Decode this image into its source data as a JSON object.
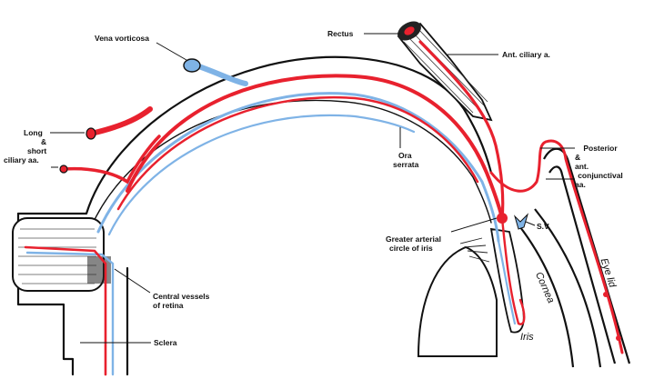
{
  "labels": {
    "vena_vorticosa": "Vena vorticosa",
    "rectus": "Rectus",
    "ant_ciliary": "Ant. ciliary a.",
    "long_short_ciliary": [
      "Long",
      "&",
      "short",
      "ciliary aa."
    ],
    "ora_serrata": [
      "Ora",
      "serrata"
    ],
    "posterior_conjunctival": [
      "Posterior",
      "&",
      "ant.",
      "conjunctival",
      "aa."
    ],
    "sv": "S.V.",
    "greater_arterial_circle": [
      "Greater arterial",
      "circle of iris"
    ],
    "central_vessels": [
      "Central vessels",
      "of retina"
    ],
    "sclera": "Sclera",
    "iris": "Iris",
    "cornea": "Cornea",
    "eye_lid": "Eye lid"
  },
  "colors": {
    "artery": "#e8212e",
    "vein": "#7fb3e6",
    "outline": "#111111"
  }
}
